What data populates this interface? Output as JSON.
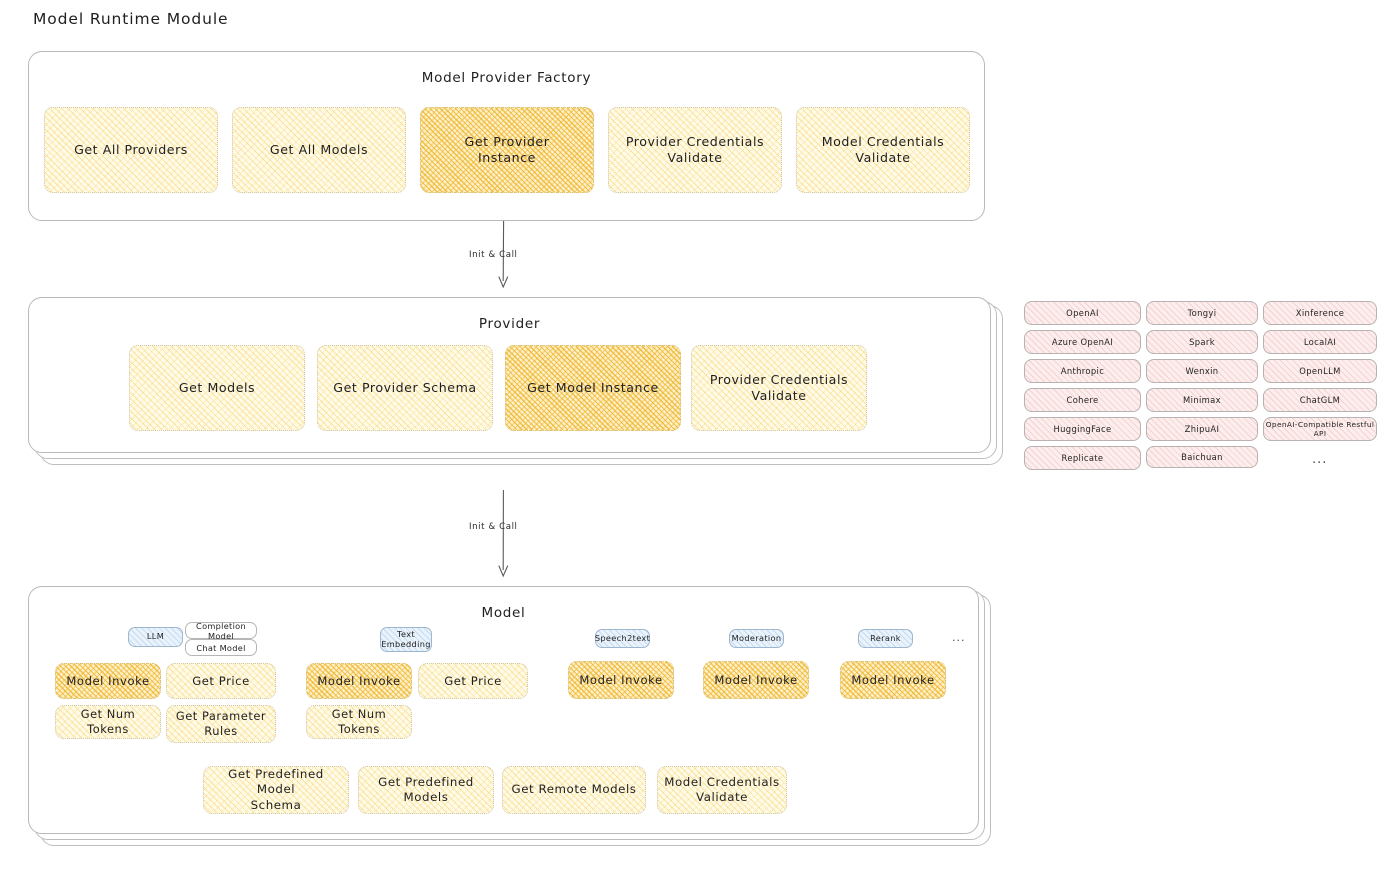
{
  "title": "Model Runtime Module",
  "sections": {
    "factory": {
      "title": "Model Provider Factory",
      "nodes": [
        {
          "label": "Get All Providers",
          "highlight": false
        },
        {
          "label": "Get All Models",
          "highlight": false
        },
        {
          "label": "Get Provider\nInstance",
          "highlight": true
        },
        {
          "label": "Provider Credentials\nValidate",
          "highlight": false
        },
        {
          "label": "Model Credentials\nValidate",
          "highlight": false
        }
      ]
    },
    "provider": {
      "title": "Provider",
      "nodes": [
        {
          "label": "Get Models",
          "highlight": false
        },
        {
          "label": "Get Provider Schema",
          "highlight": false
        },
        {
          "label": "Get Model Instance",
          "highlight": true
        },
        {
          "label": "Provider Credentials\nValidate",
          "highlight": false
        }
      ]
    },
    "model": {
      "title": "Model",
      "groups": [
        {
          "tag": "LLM",
          "subtags": [
            "Completion Model",
            "Chat Model"
          ],
          "nodes": [
            {
              "label": "Model Invoke",
              "highlight": true
            },
            {
              "label": "Get Price",
              "highlight": false
            },
            {
              "label": "Get Num Tokens",
              "highlight": false
            },
            {
              "label": "Get Parameter\nRules",
              "highlight": false
            }
          ]
        },
        {
          "tag": "Text\nEmbedding",
          "subtags": [],
          "nodes": [
            {
              "label": "Model Invoke",
              "highlight": true
            },
            {
              "label": "Get Price",
              "highlight": false
            },
            {
              "label": "Get Num Tokens",
              "highlight": false
            }
          ]
        },
        {
          "tag": "Speech2text",
          "subtags": [],
          "nodes": [
            {
              "label": "Model Invoke",
              "highlight": true
            }
          ]
        },
        {
          "tag": "Moderation",
          "subtags": [],
          "nodes": [
            {
              "label": "Model Invoke",
              "highlight": true
            }
          ]
        },
        {
          "tag": "Rerank",
          "subtags": [],
          "nodes": [
            {
              "label": "Model Invoke",
              "highlight": true
            }
          ]
        }
      ],
      "more_mark": "...",
      "shared_nodes": [
        {
          "label": "Get Predefined Model\nSchema"
        },
        {
          "label": "Get Predefined\nModels"
        },
        {
          "label": "Get Remote Models"
        },
        {
          "label": "Model Credentials\nValidate"
        }
      ]
    }
  },
  "arrows": [
    {
      "label": "Init & Call"
    },
    {
      "label": "Init & Call"
    }
  ],
  "provider_list": {
    "columns": [
      [
        "OpenAI",
        "Azure OpenAI",
        "Anthropic",
        "Cohere",
        "HuggingFace",
        "Replicate"
      ],
      [
        "Tongyi",
        "Spark",
        "Wenxin",
        "Minimax",
        "ZhipuAI",
        "Baichuan"
      ],
      [
        "Xinference",
        "LocalAI",
        "OpenLLM",
        "ChatGLM",
        "OpenAI-Compatible Restful API"
      ]
    ],
    "more_mark": "..."
  },
  "colors": {
    "node_fill": "#fffbe9",
    "node_highlight_fill": "#fdf0c8",
    "tag_blue": "#eaf3fb",
    "tag_pink": "#fdeeee",
    "panel_border": "#b9b9b9",
    "text": "#1e1e1e"
  }
}
